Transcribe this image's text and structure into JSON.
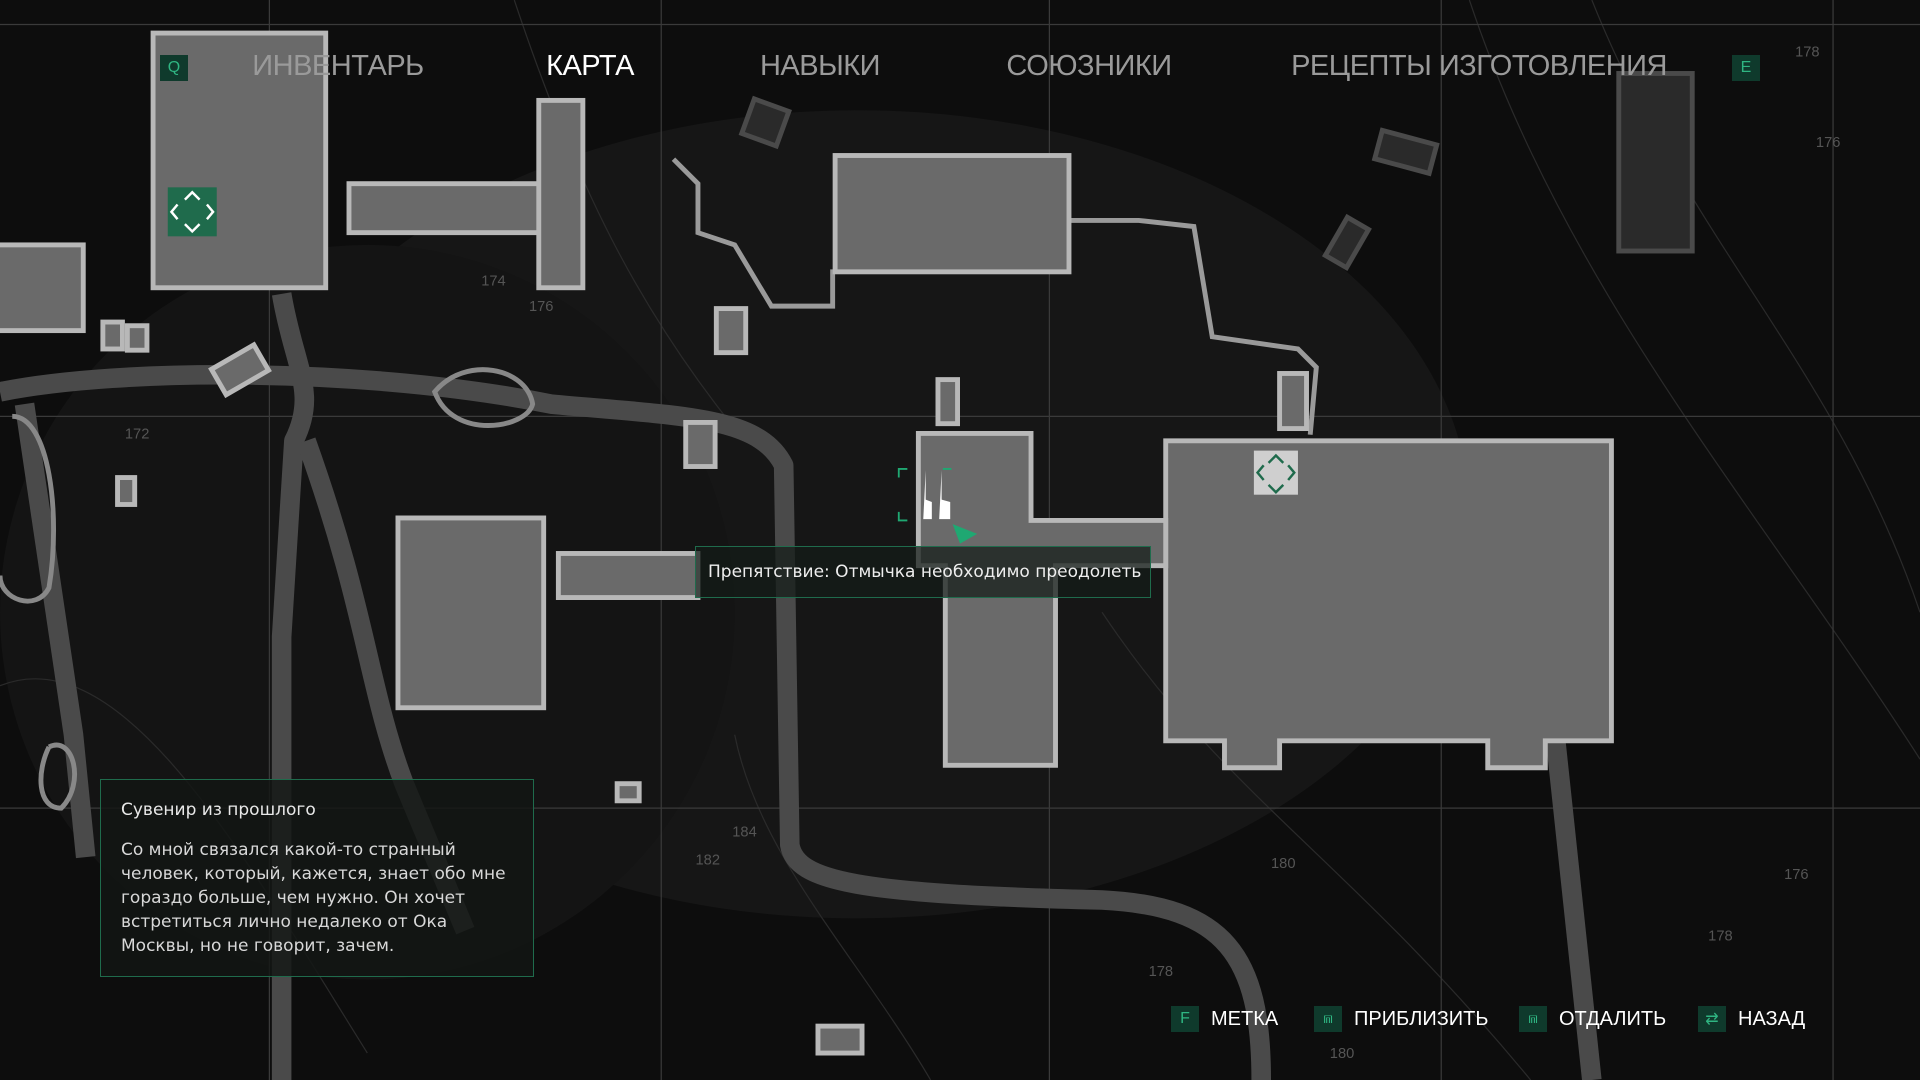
{
  "tabs": {
    "prev_key": "Q",
    "next_key": "E",
    "items": [
      {
        "label": "ИНВЕНТАРЬ",
        "active": false
      },
      {
        "label": "КАРТА",
        "active": true
      },
      {
        "label": "НАВЫКИ",
        "active": false
      },
      {
        "label": "СОЮЗНИКИ",
        "active": false
      },
      {
        "label": "РЕЦЕПТЫ ИЗГОТОВЛЕНИЯ",
        "active": false
      }
    ]
  },
  "map": {
    "tooltip": "Препятствие: Отмычка необходимо преодолеть",
    "contour_labels": [
      "174",
      "176",
      "172",
      "184",
      "182",
      "180",
      "178",
      "176",
      "178",
      "176",
      "178",
      "180"
    ]
  },
  "quest": {
    "title": "Сувенир из прошлого",
    "body": "Со мной связался какой-то странный человек, который, кажется, знает обо мне гораздо больше, чем нужно. Он хочет встретиться лично недалеко от Ока Москвы, но не говорит, зачем."
  },
  "footer": {
    "hints": [
      {
        "key": "F",
        "label": "МЕТКА"
      },
      {
        "key": "⩎",
        "label": "ПРИБЛИЗИТЬ"
      },
      {
        "key": "⩎",
        "label": "ОТДАЛИТЬ"
      },
      {
        "key": "⇄",
        "label": "НАЗАД"
      }
    ]
  },
  "colors": {
    "accent": "#1fa872",
    "building": "#6a6a6a",
    "outline": "#b8b8b8"
  }
}
